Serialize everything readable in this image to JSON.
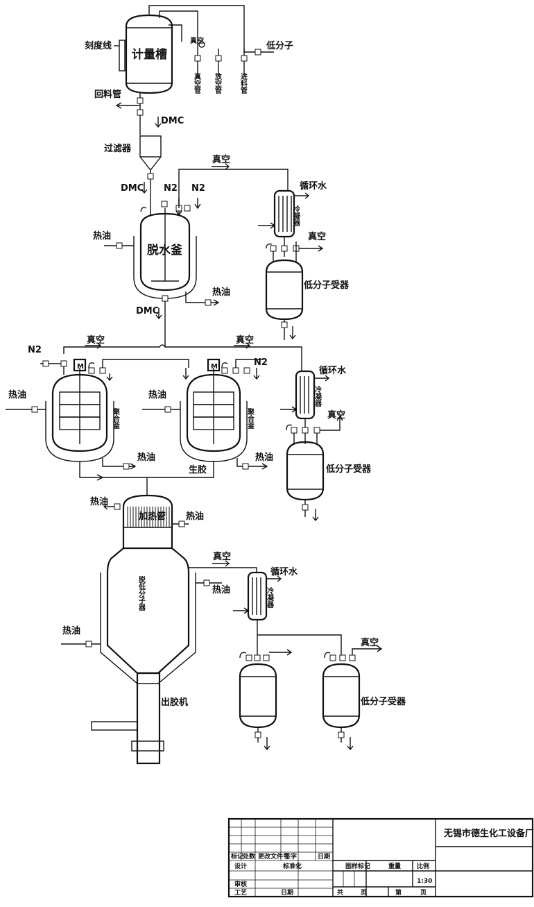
{
  "tags": {
    "meter_tank": "计量槽",
    "scale_line": "刻度线",
    "return_pipe": "回料管",
    "low_mol": "低分子",
    "vac_pipe": "真空管",
    "vent_pipe": "放空管",
    "feed_pipe": "进料管",
    "vac_small": "真空",
    "dmc": "DMC",
    "filter": "过滤器",
    "vacuum": "真空",
    "n2": "N2",
    "cooling_water": "循环水",
    "condenser": "冷凝器",
    "hot_oil": "热油",
    "dehydration": "脱水釜",
    "receiver": "低分子受器",
    "motor": "M",
    "polymer": "聚合釜",
    "raw_rubber": "生胶",
    "heat_tube": "加热管",
    "devol": "脱低分子器",
    "extruder": "出胶机"
  },
  "title_block": {
    "company": "无锡市德生化工设备厂",
    "mark": "标记",
    "count": "处数",
    "change_doc": "更改文件号",
    "sign": "签字",
    "date": "日期",
    "design": "设计",
    "standard": "标准化",
    "stage_mark": "图样标记",
    "weight": "重量",
    "scale": "比例",
    "scale_value": "1:30",
    "review": "审核",
    "process": "工艺",
    "date2": "日期",
    "total": "共",
    "page": "页",
    "no": "第",
    "page2": "页"
  }
}
